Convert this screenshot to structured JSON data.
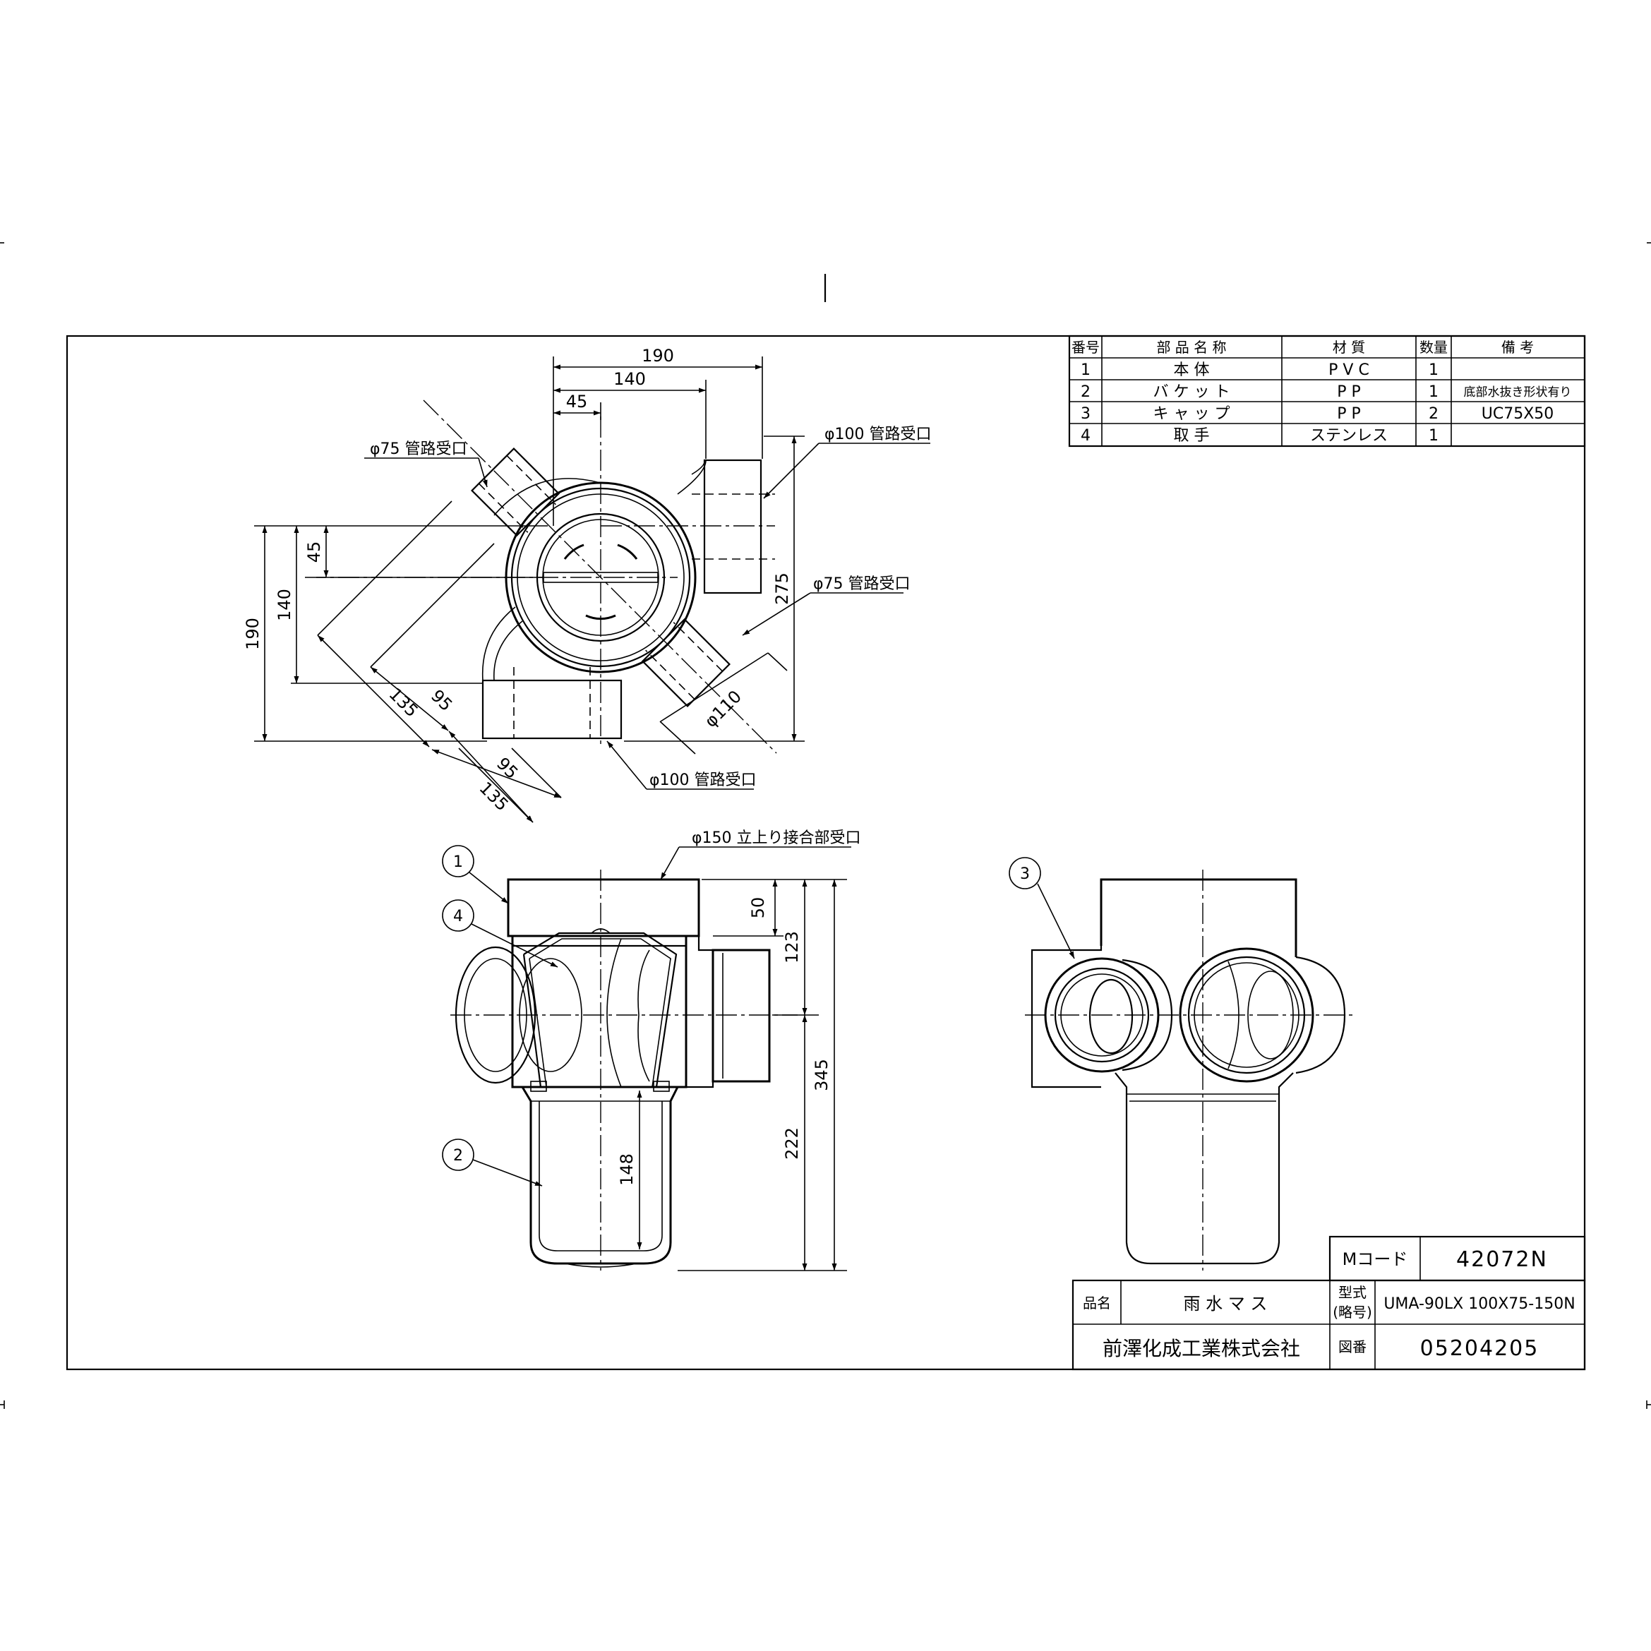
{
  "parts_table": {
    "headers": [
      "番号",
      "部 品 名 称",
      "材 質",
      "数量",
      "備 考"
    ],
    "rows": [
      {
        "no": "1",
        "name": "本 体",
        "material": "P V C",
        "qty": "1",
        "note": ""
      },
      {
        "no": "2",
        "name": "バ ケ ッ ト",
        "material": "P P",
        "qty": "1",
        "note": "底部水抜き形状有り"
      },
      {
        "no": "3",
        "name": "キ ャ ッ プ",
        "material": "P P",
        "qty": "2",
        "note": "UC75X50"
      },
      {
        "no": "4",
        "name": "取 手",
        "material": "ステンレス",
        "qty": "1",
        "note": ""
      }
    ]
  },
  "plan_view": {
    "dims": {
      "w190": "190",
      "w140": "140",
      "w45": "45",
      "h190": "190",
      "h140": "140",
      "h45": "45",
      "h275": "275",
      "d135a": "135",
      "d95a": "95",
      "d95b": "95",
      "d135b": "135",
      "phi110": "φ110"
    },
    "labels": {
      "inlet75_left": "φ75 管路受口",
      "inlet100_right": "φ100 管路受口",
      "inlet75_right": "φ75 管路受口",
      "inlet100_bottom": "φ100 管路受口"
    }
  },
  "front_view": {
    "riser_label": "φ150 立上り接合部受口",
    "dims": {
      "d50": "50",
      "d123": "123",
      "d345": "345",
      "d222": "222",
      "d148": "148"
    },
    "balloons": [
      "1",
      "4",
      "2"
    ]
  },
  "side_view": {
    "balloons": [
      "3"
    ]
  },
  "title_block": {
    "mcode_label": "Mコード",
    "mcode_value": "42072N",
    "product_label": "品名",
    "product_value": "雨 水 マ ス",
    "model_label_1": "型式",
    "model_label_2": "(略号)",
    "model_value": "UMA-90LX 100X75-150N",
    "company": "前澤化成工業株式会社",
    "drawing_no_label": "図番",
    "drawing_no_value": "05204205"
  }
}
